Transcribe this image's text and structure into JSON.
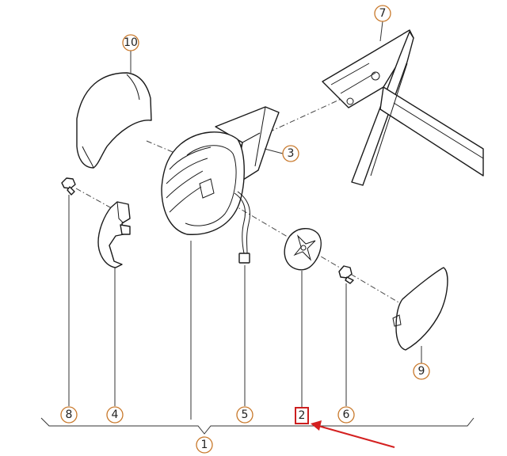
{
  "callouts": [
    {
      "id": "1",
      "label": "1"
    },
    {
      "id": "2",
      "label": "2",
      "highlighted": true
    },
    {
      "id": "3",
      "label": "3"
    },
    {
      "id": "4",
      "label": "4"
    },
    {
      "id": "5",
      "label": "5"
    },
    {
      "id": "6",
      "label": "6"
    },
    {
      "id": "7",
      "label": "7"
    },
    {
      "id": "8",
      "label": "8"
    },
    {
      "id": "9",
      "label": "9"
    },
    {
      "id": "10",
      "label": "10"
    }
  ],
  "colors": {
    "line": "#1a1a1a",
    "callout_ring": "#c8782a",
    "highlight_box": "#cc1f1f",
    "arrow": "#d42020"
  }
}
